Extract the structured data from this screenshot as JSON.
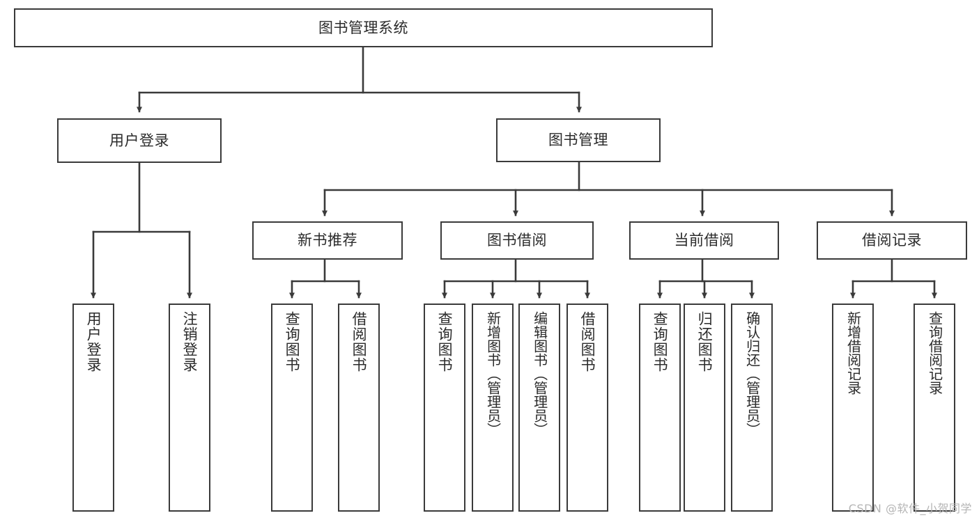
{
  "diagram": {
    "title": "图书管理系统",
    "type": "tree-hierarchy",
    "watermark": "CSDN @软件_小贺同学",
    "colors": {
      "background": "#ffffff",
      "box_border": "#3a3a3a",
      "box_fill": "#ffffff",
      "edge": "#3a3a3a",
      "text": "#2b2b2b",
      "watermark": "#b5b5b5"
    },
    "levels": {
      "root": {
        "label": "图书管理系统"
      },
      "level2": [
        {
          "id": "user-login",
          "label": "用户登录"
        },
        {
          "id": "book-management",
          "label": "图书管理"
        }
      ],
      "level3": [
        {
          "id": "new-book-recommend",
          "label": "新书推荐"
        },
        {
          "id": "book-borrow",
          "label": "图书借阅"
        },
        {
          "id": "current-borrow",
          "label": "当前借阅"
        },
        {
          "id": "borrow-record",
          "label": "借阅记录"
        }
      ],
      "leaves": {
        "user_login": [
          {
            "id": "leaf-user-login",
            "label": "用户登录"
          },
          {
            "id": "leaf-logout-login",
            "label": "注销登录"
          }
        ],
        "new_book_recommend": [
          {
            "id": "leaf-query-book-1",
            "label": "查询图书"
          },
          {
            "id": "leaf-borrow-book-1",
            "label": "借阅图书"
          }
        ],
        "book_borrow": [
          {
            "id": "leaf-query-book-2",
            "label": "查询图书"
          },
          {
            "id": "leaf-add-book",
            "label": "新增图书（管理员）"
          },
          {
            "id": "leaf-edit-book",
            "label": "编辑图书（管理员）"
          },
          {
            "id": "leaf-borrow-book-2",
            "label": "借阅图书"
          }
        ],
        "current_borrow": [
          {
            "id": "leaf-query-book-3",
            "label": "查询图书"
          },
          {
            "id": "leaf-return-book",
            "label": "归还图书"
          },
          {
            "id": "leaf-confirm-return",
            "label": "确认归还（管理员）"
          }
        ],
        "borrow_record": [
          {
            "id": "leaf-add-record",
            "label": "新增借阅记录"
          },
          {
            "id": "leaf-query-record",
            "label": "查询借阅记录"
          }
        ]
      }
    }
  }
}
